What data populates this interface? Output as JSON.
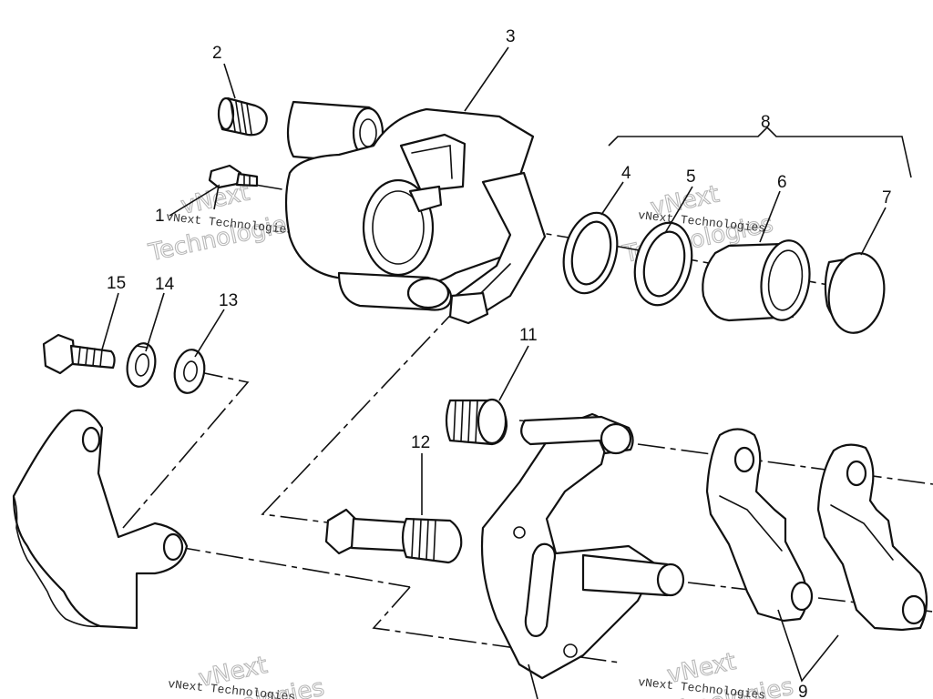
{
  "callouts": {
    "c1": "1",
    "c2": "2",
    "c3": "3",
    "c4": "4",
    "c5": "5",
    "c6": "6",
    "c7": "7",
    "c8": "8",
    "c9": "9",
    "c11": "11",
    "c12": "12",
    "c13": "13",
    "c14": "14",
    "c15": "15"
  },
  "watermark": {
    "name": "vNext Technologies",
    "logo_top": "vNext",
    "logo_bottom": "Technologies"
  }
}
